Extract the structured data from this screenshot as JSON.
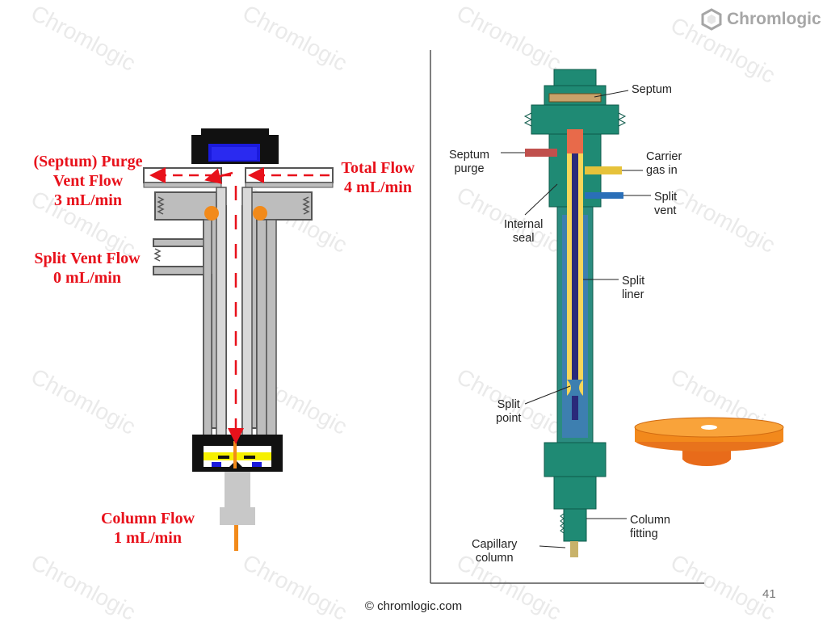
{
  "brand": {
    "name": "Chromlogic",
    "icon": "hexagon-logo-icon"
  },
  "watermark_text": "Chromlogic",
  "left_diagram": {
    "purge_label": [
      "(Septum) Purge",
      "Vent Flow",
      "3 mL/min"
    ],
    "total_label": [
      "Total Flow",
      "4 mL/min"
    ],
    "split_label": [
      "Split Vent Flow",
      "0 mL/min"
    ],
    "column_label": [
      "Column Flow",
      "1 mL/min"
    ]
  },
  "right_diagram": {
    "callouts": {
      "septum": [
        "Septum"
      ],
      "septum_purge": [
        "Septum",
        "purge"
      ],
      "carrier_gas": [
        "Carrier",
        "gas in"
      ],
      "split_vent": [
        "Split",
        "vent"
      ],
      "internal_seal": [
        "Internal",
        "seal"
      ],
      "split_liner": [
        "Split",
        "liner"
      ],
      "split_point": [
        "Split",
        "point"
      ],
      "column_fitting": [
        "Column",
        "fitting"
      ],
      "capillary_column": [
        "Capillary",
        "column"
      ]
    }
  },
  "footer": {
    "copyright": "© chromlogic.com",
    "page_number": "41"
  },
  "colors": {
    "flow_red": "#e8111b",
    "inlet_green": "#1f8a74",
    "liner_yellow": "#f6d65a",
    "carrier_blue": "#2a6fb8",
    "orange": "#f28a1a"
  }
}
